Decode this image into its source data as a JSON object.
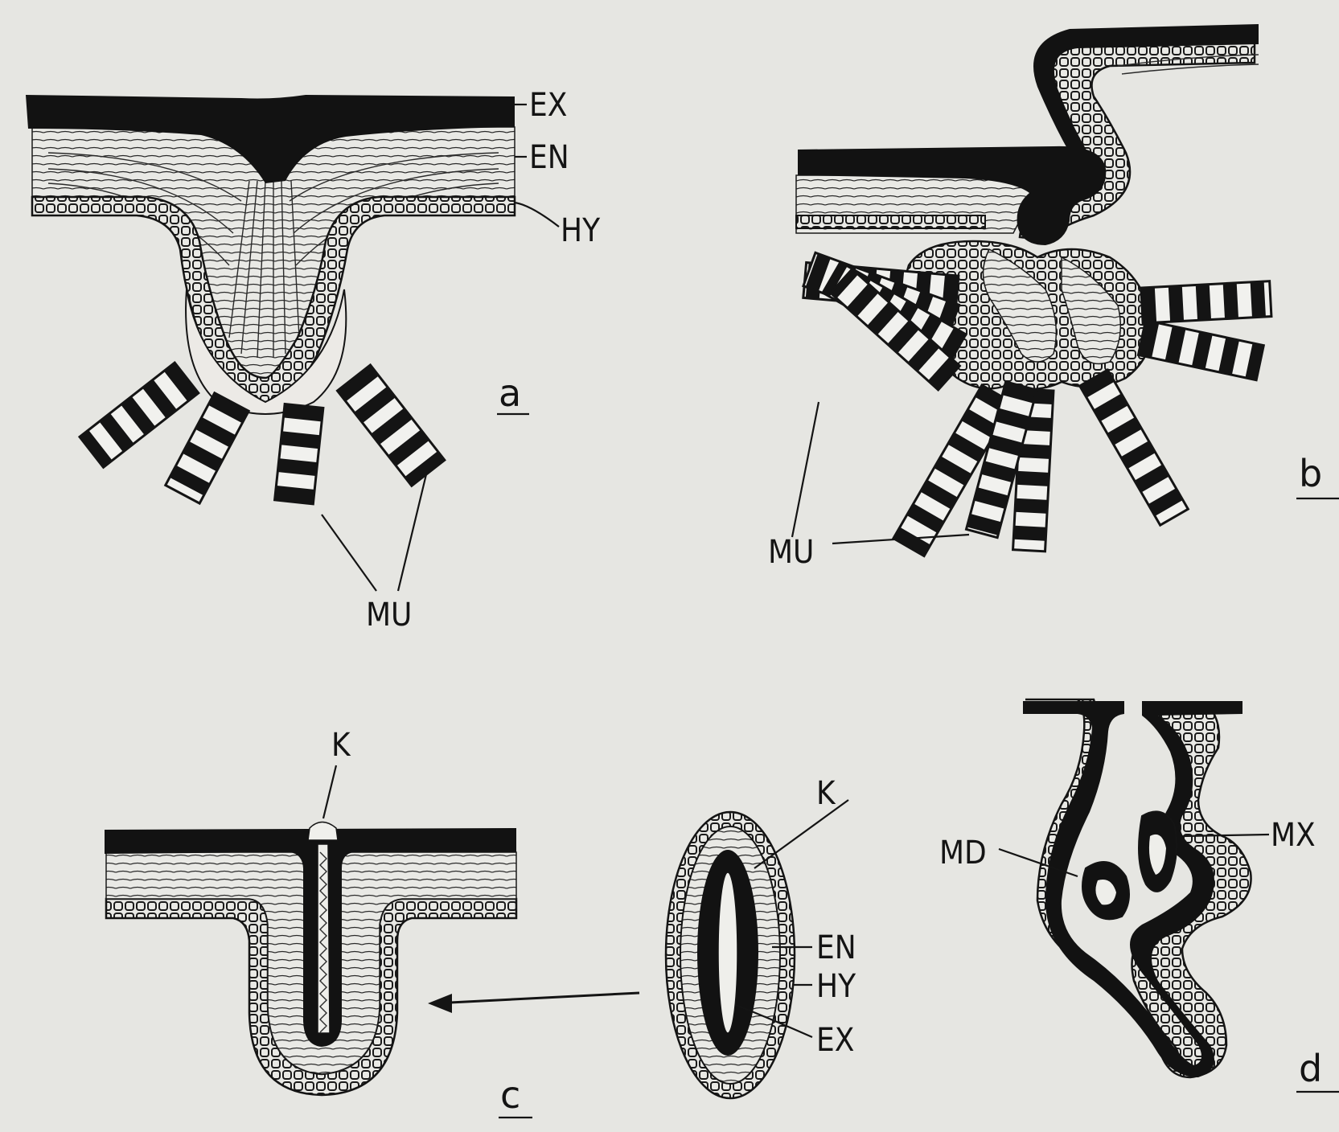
{
  "labels": {
    "ex": "EX",
    "en": "EN",
    "hy": "HY",
    "mu": "MU",
    "k": "K",
    "md": "MD",
    "mx": "MX"
  },
  "panels": {
    "a": "a",
    "b": "b",
    "c": "c",
    "d": "d"
  },
  "colors": {
    "ink": "#141414",
    "paper": "#e6e6e2"
  }
}
